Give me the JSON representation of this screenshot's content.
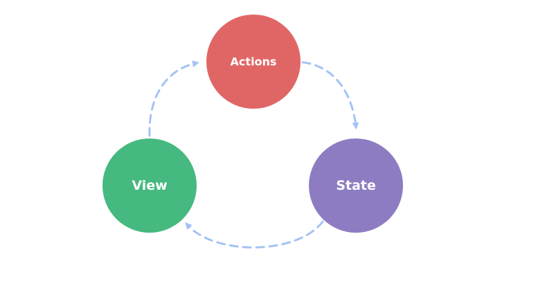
{
  "diagram": {
    "nodes": [
      {
        "id": "actions",
        "label": "Actions",
        "color": "#e06666"
      },
      {
        "id": "state",
        "label": "State",
        "color": "#8e7cc3"
      },
      {
        "id": "view",
        "label": "View",
        "color": "#45b97f"
      }
    ],
    "edges": [
      {
        "from": "actions",
        "to": "state"
      },
      {
        "from": "state",
        "to": "view"
      },
      {
        "from": "view",
        "to": "actions"
      }
    ],
    "edge_color": "#a4c2f4"
  }
}
